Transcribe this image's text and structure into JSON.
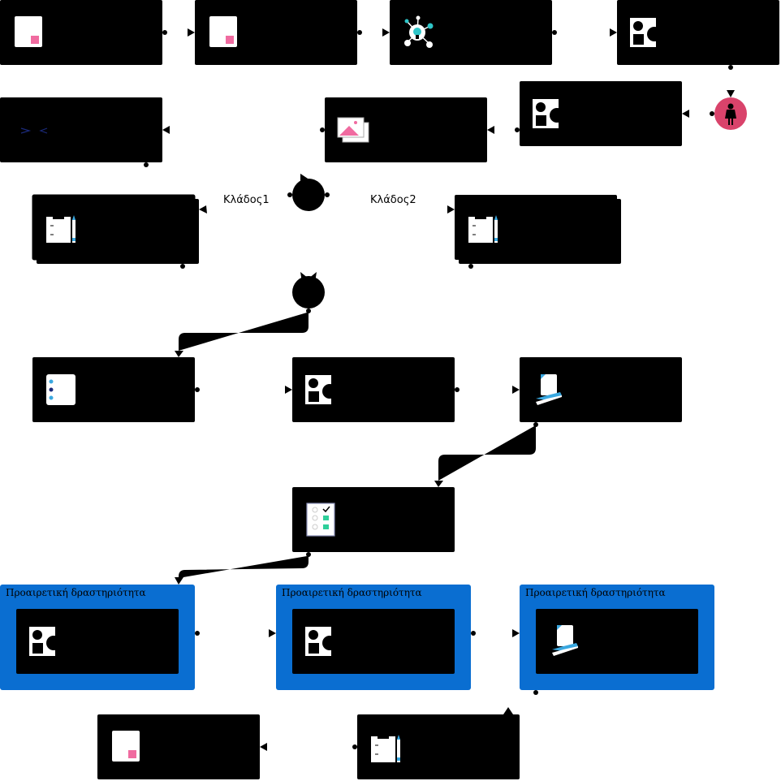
{
  "branches": {
    "left": "Κλάδος1",
    "right": "Κλάδος2"
  },
  "optional_groups": [
    {
      "title": "Προαιρετική δραστηριότητα",
      "icon": "shapes-icon"
    },
    {
      "title": "Προαιρετική δραστηριότητα",
      "icon": "shapes-icon"
    },
    {
      "title": "Προαιρετική δραστηριότητα",
      "icon": "document-hand-icon"
    }
  ],
  "activities": [
    {
      "id": "a1",
      "icon": "note-icon"
    },
    {
      "id": "a2",
      "icon": "note-icon"
    },
    {
      "id": "a3",
      "icon": "idea-network-icon"
    },
    {
      "id": "a4",
      "icon": "shapes-icon"
    },
    {
      "id": "a5",
      "icon": "shapes-icon"
    },
    {
      "id": "a6",
      "icon": "image-icon"
    },
    {
      "id": "a7",
      "icon": "chevrons-icon"
    },
    {
      "id": "a8",
      "icon": "clipboard-pencil-icon"
    },
    {
      "id": "a9",
      "icon": "clipboard-pencil-icon"
    },
    {
      "id": "a10",
      "icon": "list-icon"
    },
    {
      "id": "a11",
      "icon": "shapes-icon"
    },
    {
      "id": "a12",
      "icon": "document-hand-icon"
    },
    {
      "id": "a13",
      "icon": "checklist-icon"
    },
    {
      "id": "a14",
      "icon": "clipboard-pencil-icon"
    },
    {
      "id": "a15",
      "icon": "note-icon"
    }
  ],
  "colors": {
    "box": "#000000",
    "optional_group": "#0a6ed1",
    "start_node": "#d9436b",
    "accent_pink": "#f06ba0",
    "accent_teal": "#2ec5c8",
    "accent_blue": "#3aa8e0",
    "accent_green": "#2ecf9a"
  }
}
